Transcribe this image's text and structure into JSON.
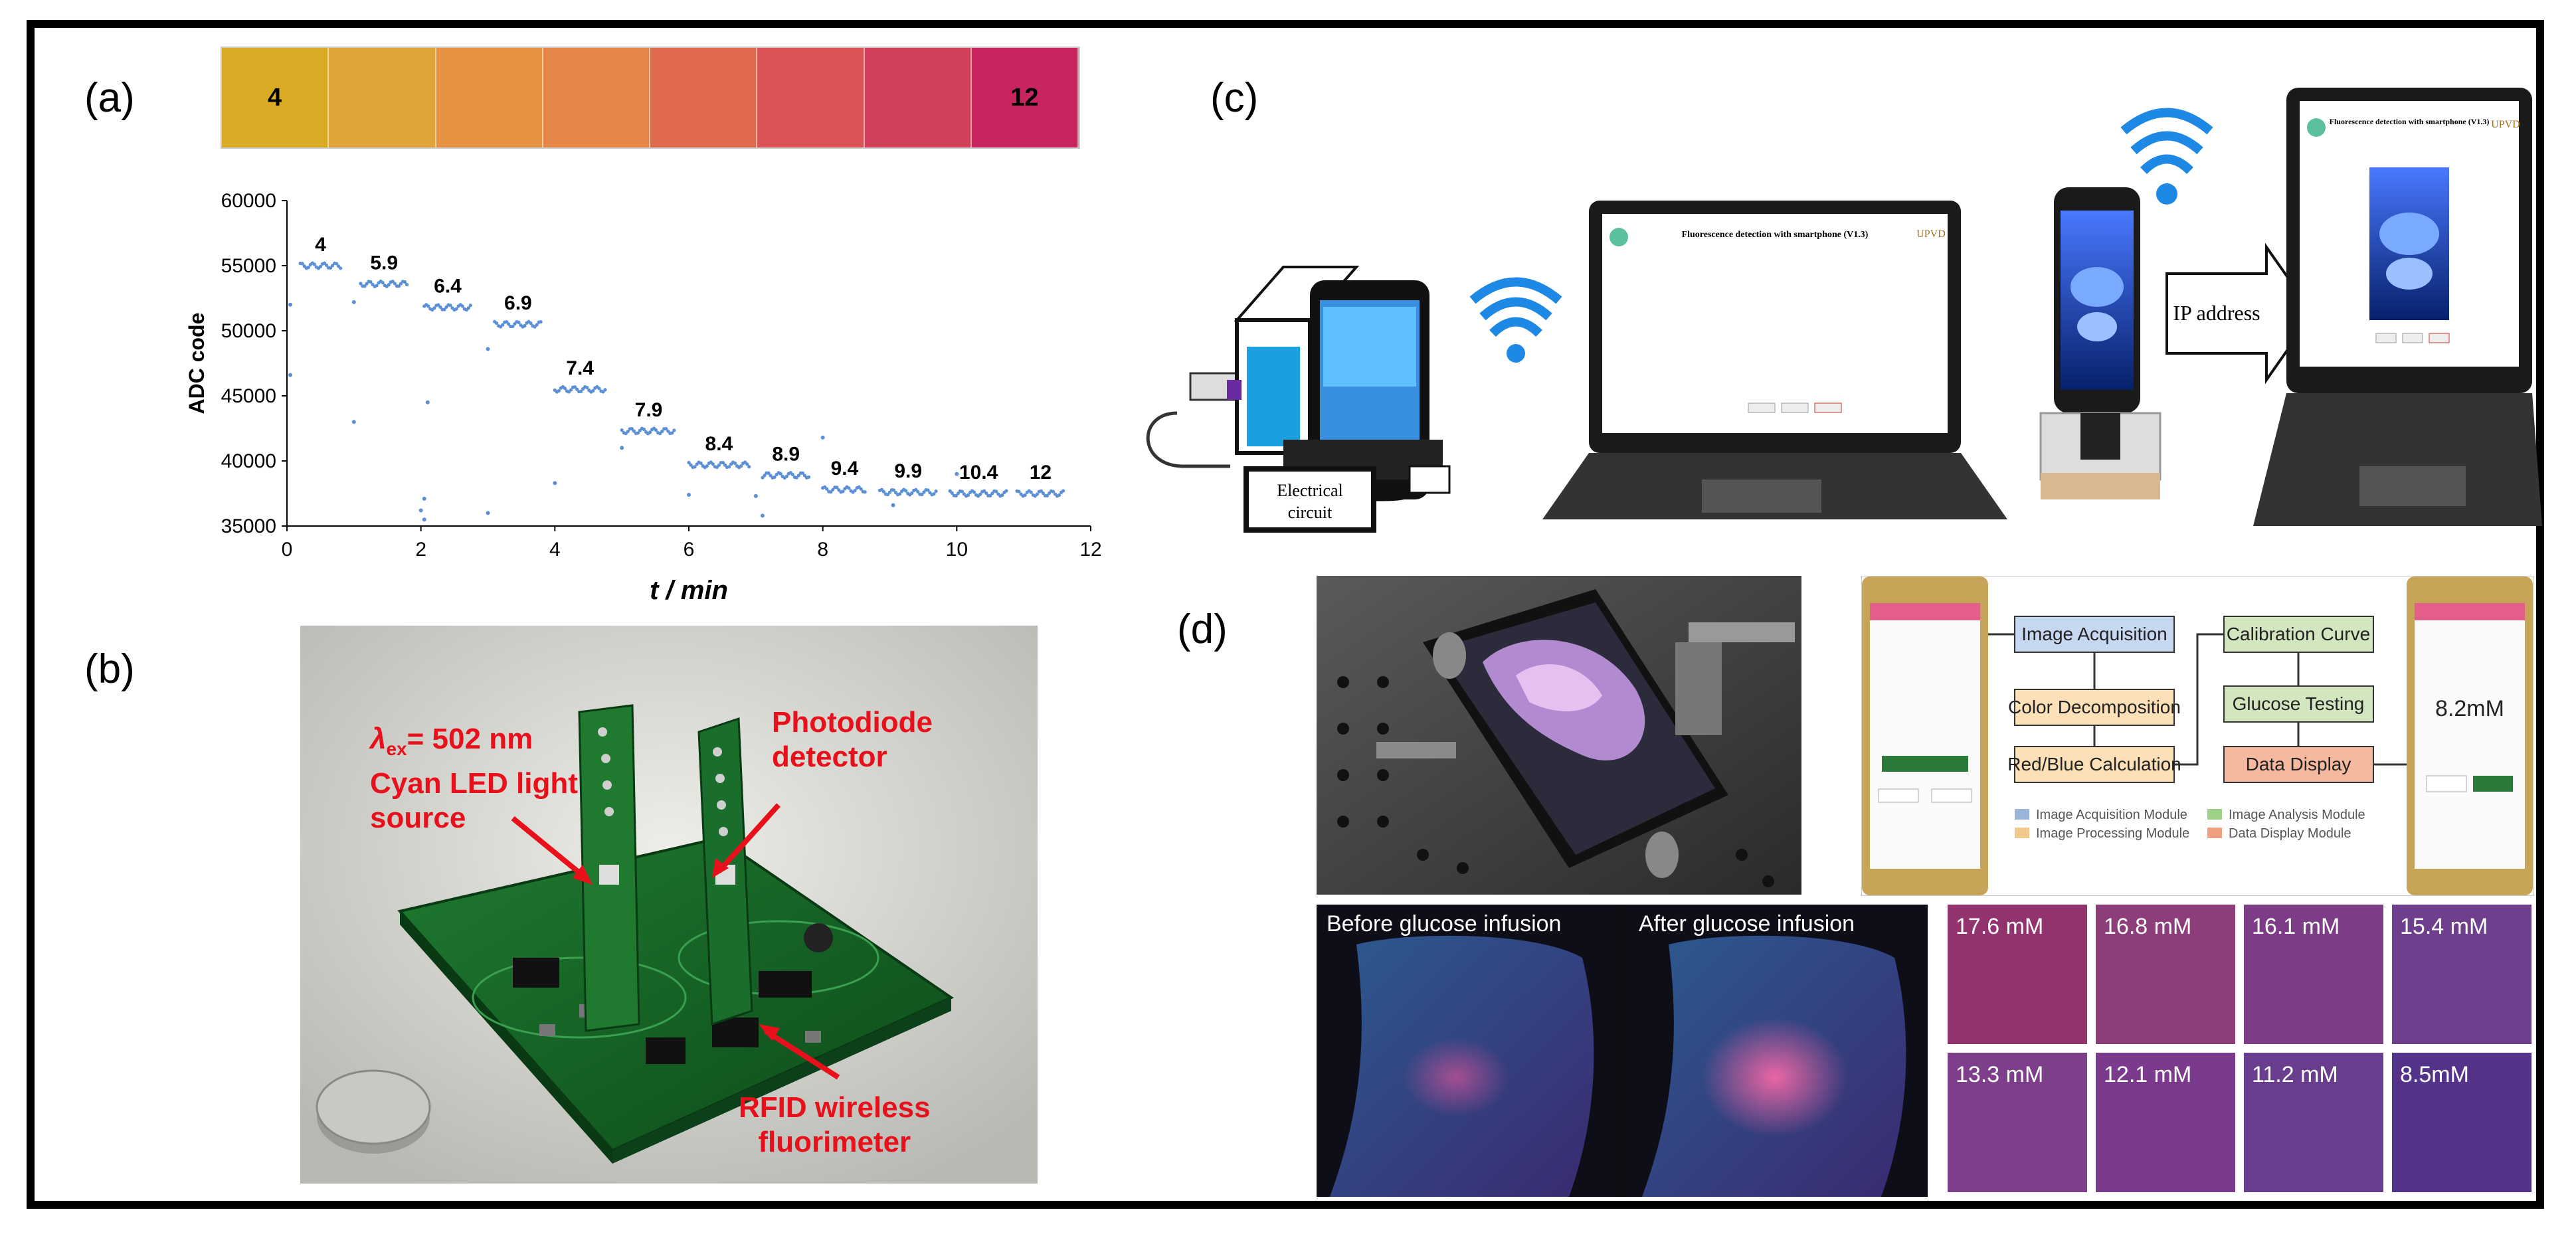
{
  "panels": {
    "a": {
      "label": "(a)"
    },
    "b": {
      "label": "(b)"
    },
    "c": {
      "label": "(c)"
    },
    "d": {
      "label": "(d)"
    }
  },
  "ph_strip": {
    "left_label": "4",
    "right_label": "12",
    "colors": [
      "#d9ab25",
      "#e0a33a",
      "#e69240",
      "#e58548",
      "#df6b4c",
      "#dc5455",
      "#d2405c",
      "#c8245f"
    ]
  },
  "chart_data": {
    "type": "scatter",
    "xlabel": "t / min",
    "ylabel": "ADC code",
    "xlim": [
      0,
      12
    ],
    "ylim": [
      35000,
      60000
    ],
    "x_ticks": [
      0,
      2,
      4,
      6,
      8,
      10,
      12
    ],
    "y_ticks": [
      35000,
      40000,
      45000,
      50000,
      55000,
      60000
    ],
    "grid": false,
    "series_color": "#5b8fd6",
    "segments": [
      {
        "label": "4",
        "x_start": 0.2,
        "x_end": 0.8,
        "y": 55000
      },
      {
        "label": "5.9",
        "x_start": 1.1,
        "x_end": 1.8,
        "y": 53600
      },
      {
        "label": "6.4",
        "x_start": 2.05,
        "x_end": 2.75,
        "y": 51800
      },
      {
        "label": "6.9",
        "x_start": 3.1,
        "x_end": 3.8,
        "y": 50500
      },
      {
        "label": "7.4",
        "x_start": 4.0,
        "x_end": 4.75,
        "y": 45500
      },
      {
        "label": "7.9",
        "x_start": 5.0,
        "x_end": 5.8,
        "y": 42300
      },
      {
        "label": "8.4",
        "x_start": 6.0,
        "x_end": 6.9,
        "y": 39700
      },
      {
        "label": "8.9",
        "x_start": 7.1,
        "x_end": 7.8,
        "y": 38900
      },
      {
        "label": "9.4",
        "x_start": 8.0,
        "x_end": 8.65,
        "y": 37800
      },
      {
        "label": "9.9",
        "x_start": 8.85,
        "x_end": 9.7,
        "y": 37600
      },
      {
        "label": "10.4",
        "x_start": 9.9,
        "x_end": 10.75,
        "y": 37500
      },
      {
        "label": "12",
        "x_start": 10.9,
        "x_end": 11.6,
        "y": 37500
      }
    ],
    "outliers": [
      [
        1.0,
        43000
      ],
      [
        2.0,
        36200
      ],
      [
        2.05,
        35500
      ],
      [
        2.1,
        44500
      ],
      [
        3.0,
        36000
      ],
      [
        3.0,
        48600
      ],
      [
        4.0,
        38300
      ],
      [
        5.0,
        41000
      ],
      [
        6.0,
        37400
      ],
      [
        7.0,
        37300
      ],
      [
        7.1,
        35800
      ],
      [
        8.0,
        41800
      ],
      [
        9.05,
        36600
      ],
      [
        10.0,
        39000
      ],
      [
        0.05,
        52000
      ],
      [
        0.05,
        46600
      ],
      [
        1.0,
        52200
      ],
      [
        2.05,
        37100
      ]
    ]
  },
  "panel_b": {
    "label_excitation_symbol": "λ",
    "label_excitation_sub": "ex",
    "label_excitation_value": "= 502 nm",
    "label_led_line1": "Cyan LED light",
    "label_led_line2": "source",
    "label_photodiode_line1": "Photodiode",
    "label_photodiode_line2": "detector",
    "label_rfid_line1": "RFID wireless",
    "label_rfid_line2": "fluorimeter"
  },
  "panel_c": {
    "circuit_label_line1": "Electrical",
    "circuit_label_line2": "circuit",
    "ip_arrow_label": "IP address",
    "app_title": "Fluorescence detection with smartphone (V1.3)",
    "app_logo_text": "UPVD"
  },
  "panel_d": {
    "flow": {
      "image_acquisition": "Image Acquisition",
      "color_decomposition": "Color Decomposition",
      "red_blue_calculation": "Red/Blue Calculation",
      "calibration_curve": "Calibration Curve",
      "glucose_testing": "Glucose Testing",
      "data_display": "Data Display",
      "legend": [
        {
          "text": "Image Acquisition Module",
          "color": "#9bb4dc"
        },
        {
          "text": "Image Analysis Module",
          "color": "#9ed08a"
        },
        {
          "text": "Image Processing Module",
          "color": "#f2c98a"
        },
        {
          "text": "Data Display Module",
          "color": "#f0a080"
        }
      ]
    },
    "phone_reading": "8.2mM",
    "before_label": "Before glucose infusion",
    "after_label": "After glucose infusion",
    "grid_labels": [
      "17.6 mM",
      "16.8 mM",
      "16.1 mM",
      "15.4 mM",
      "13.3 mM",
      "12.1 mM",
      "11.2 mM",
      "8.5mM"
    ],
    "grid_colors": [
      "#92336e",
      "#8e3d7b",
      "#7d3d86",
      "#6e3f8c",
      "#7d3f8a",
      "#7a3b8c",
      "#693e8f",
      "#53338a"
    ]
  }
}
